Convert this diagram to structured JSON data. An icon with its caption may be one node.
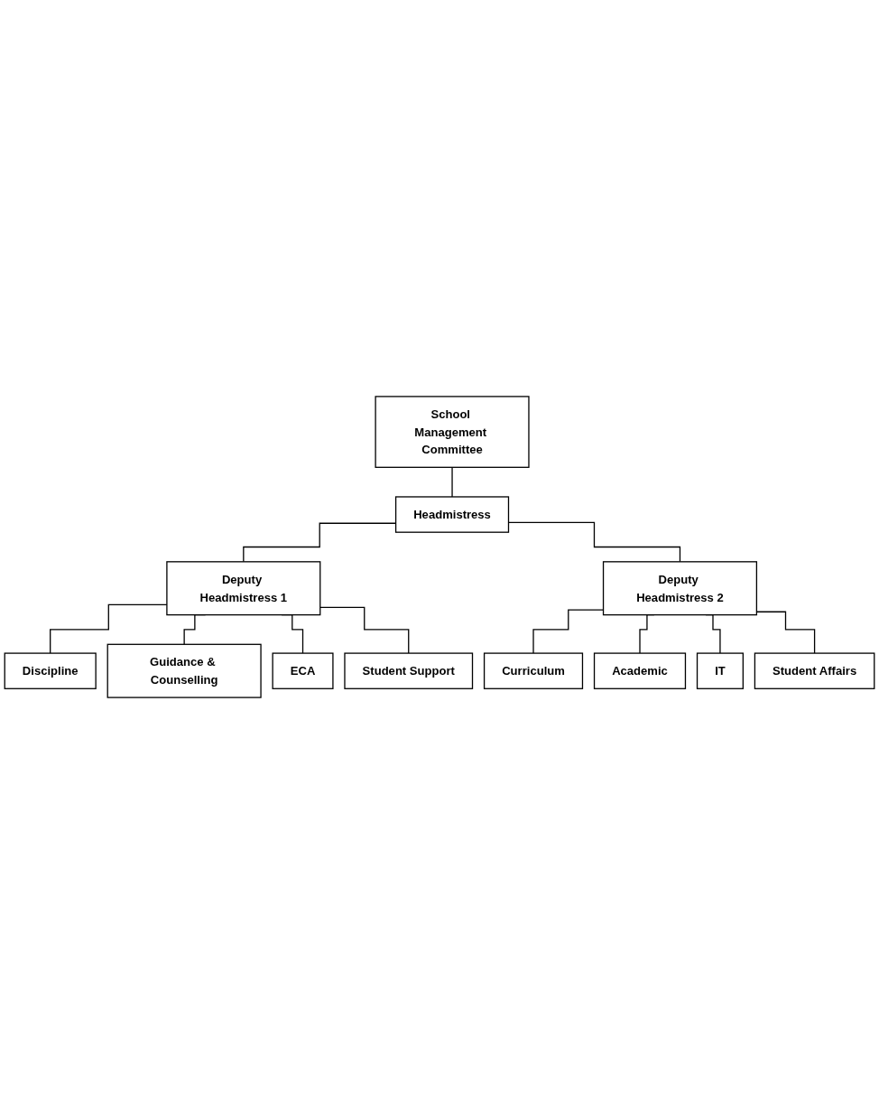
{
  "diagram": {
    "nodes": [
      {
        "text": [
          "School Management Committee"
        ]
      },
      {
        "text": [
          "Headmistress"
        ]
      },
      {
        "text": [
          "Deputy Headmistress 1"
        ]
      },
      {
        "text": [
          "Deputy Headmistress 2"
        ]
      },
      {
        "text": [
          "Discipline"
        ]
      },
      {
        "text": [
          "Guidance & Counselling"
        ]
      },
      {
        "text": [
          "ECA"
        ]
      },
      {
        "text": [
          "Student Support"
        ]
      },
      {
        "text": [
          "Curriculum"
        ]
      },
      {
        "text": [
          "Academic"
        ]
      },
      {
        "text": [
          "IT"
        ]
      },
      {
        "text": [
          "Student Affairs"
        ]
      }
    ],
    "edges": [
      {
        "from": 0,
        "to": 1,
        "arrow": "none"
      },
      {
        "from": 1,
        "to": 2,
        "arrow": "none"
      },
      {
        "from": 1,
        "to": 3,
        "arrow": "none"
      },
      {
        "from": 2,
        "to": 4,
        "arrow": "none"
      },
      {
        "from": 2,
        "to": 5,
        "arrow": "none"
      },
      {
        "from": 2,
        "to": 6,
        "arrow": "none"
      },
      {
        "from": 2,
        "to": 7,
        "arrow": "none"
      },
      {
        "from": 3,
        "to": 8,
        "arrow": "none"
      },
      {
        "from": 3,
        "to": 9,
        "arrow": "none"
      },
      {
        "from": 3,
        "to": 10,
        "arrow": "none"
      },
      {
        "from": 3,
        "to": 11,
        "arrow": "none"
      }
    ]
  }
}
